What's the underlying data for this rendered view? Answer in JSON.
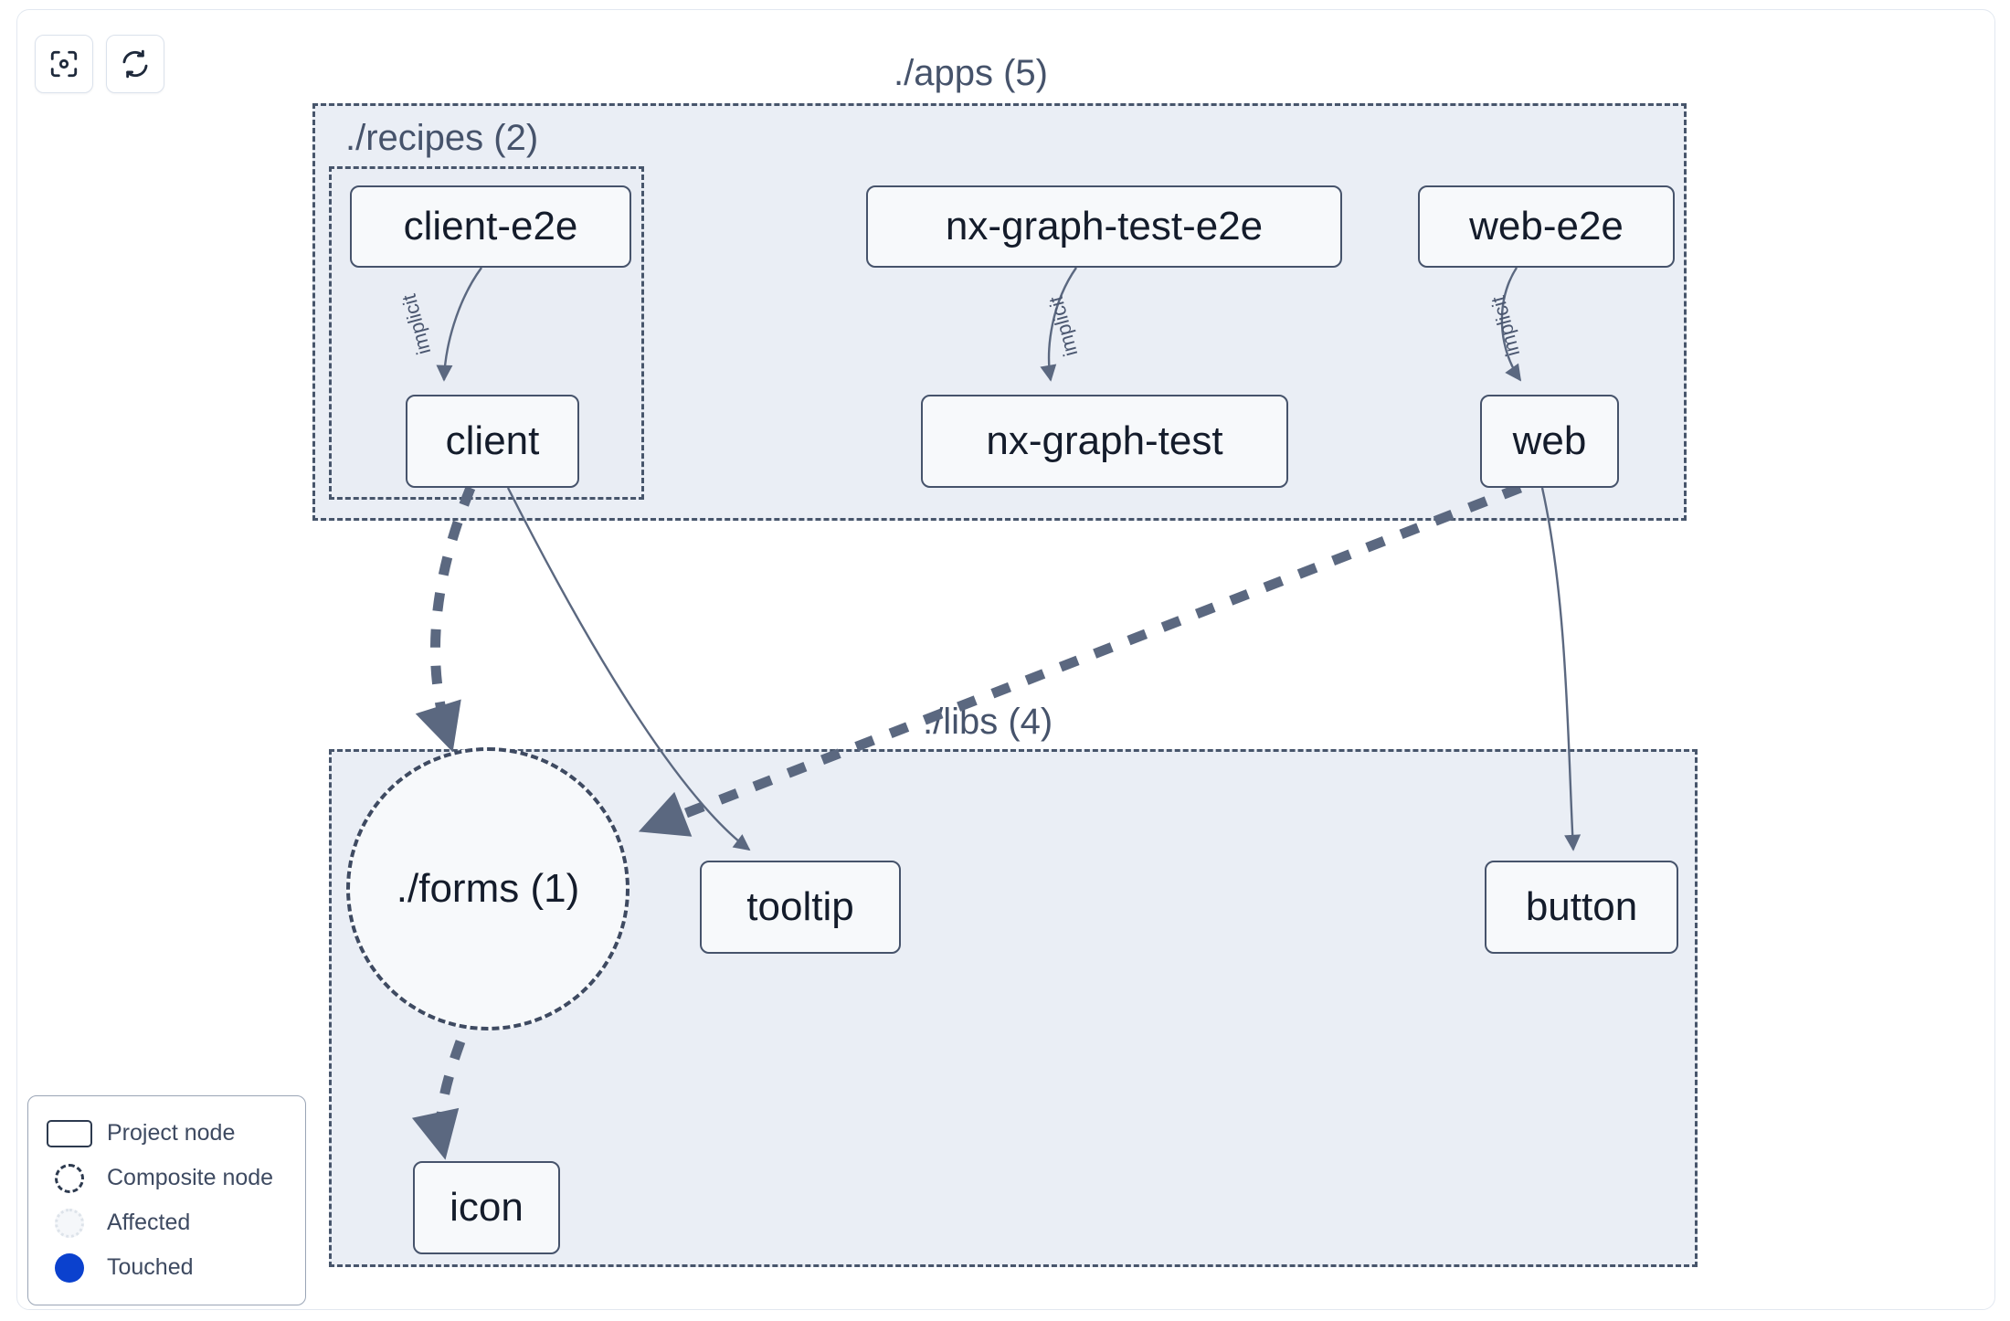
{
  "toolbar": {
    "buttons": [
      {
        "name": "focus-graph-button",
        "icon": "viewfinder-icon",
        "title": "Select affected / focus"
      },
      {
        "name": "refresh-graph-button",
        "icon": "refresh-icon",
        "title": "Refresh graph"
      }
    ]
  },
  "graph": {
    "groups": [
      {
        "id": "apps",
        "label": "./apps (5)",
        "count": 5
      },
      {
        "id": "recipes",
        "label": "./recipes (2)",
        "count": 2
      },
      {
        "id": "libs",
        "label": "./libs (4)",
        "count": 4
      }
    ],
    "nodes": [
      {
        "id": "client-e2e",
        "label": "client-e2e",
        "type": "project",
        "group": "recipes"
      },
      {
        "id": "nx-graph-test-e2e",
        "label": "nx-graph-test-e2e",
        "type": "project",
        "group": "apps"
      },
      {
        "id": "web-e2e",
        "label": "web-e2e",
        "type": "project",
        "group": "apps"
      },
      {
        "id": "client",
        "label": "client",
        "type": "project",
        "group": "recipes"
      },
      {
        "id": "nx-graph-test",
        "label": "nx-graph-test",
        "type": "project",
        "group": "apps"
      },
      {
        "id": "web",
        "label": "web",
        "type": "project",
        "group": "apps"
      },
      {
        "id": "forms",
        "label": "./forms (1)",
        "type": "composite",
        "group": "libs"
      },
      {
        "id": "tooltip",
        "label": "tooltip",
        "type": "project",
        "group": "libs"
      },
      {
        "id": "button",
        "label": "button",
        "type": "project",
        "group": "libs"
      },
      {
        "id": "icon",
        "label": "icon",
        "type": "project",
        "group": "libs"
      }
    ],
    "edges": [
      {
        "from": "client-e2e",
        "to": "client",
        "label": "implicit",
        "style": "solid"
      },
      {
        "from": "nx-graph-test-e2e",
        "to": "nx-graph-test",
        "label": "implicit",
        "style": "solid"
      },
      {
        "from": "web-e2e",
        "to": "web",
        "label": "implicit",
        "style": "solid"
      },
      {
        "from": "client",
        "to": "forms",
        "label": "",
        "style": "dashed"
      },
      {
        "from": "client",
        "to": "tooltip",
        "label": "",
        "style": "solid"
      },
      {
        "from": "web",
        "to": "forms",
        "label": "",
        "style": "dashed"
      },
      {
        "from": "web",
        "to": "button",
        "label": "",
        "style": "solid"
      },
      {
        "from": "forms",
        "to": "icon",
        "label": "",
        "style": "dashed"
      }
    ]
  },
  "legend": {
    "items": [
      {
        "swatch": "project-node-swatch",
        "label": "Project node"
      },
      {
        "swatch": "composite-node-swatch",
        "label": "Composite node"
      },
      {
        "swatch": "affected-swatch",
        "label": "Affected"
      },
      {
        "swatch": "touched-swatch",
        "label": "Touched"
      }
    ]
  },
  "colors": {
    "group_fill": "#eaeef5",
    "group_border": "#47556b",
    "node_fill": "#f7f9fb",
    "node_border": "#46536b",
    "node_text": "#141c2b",
    "edge": "#5b6880",
    "touched": "#0b41ce",
    "page_bg": "#ffffff"
  }
}
